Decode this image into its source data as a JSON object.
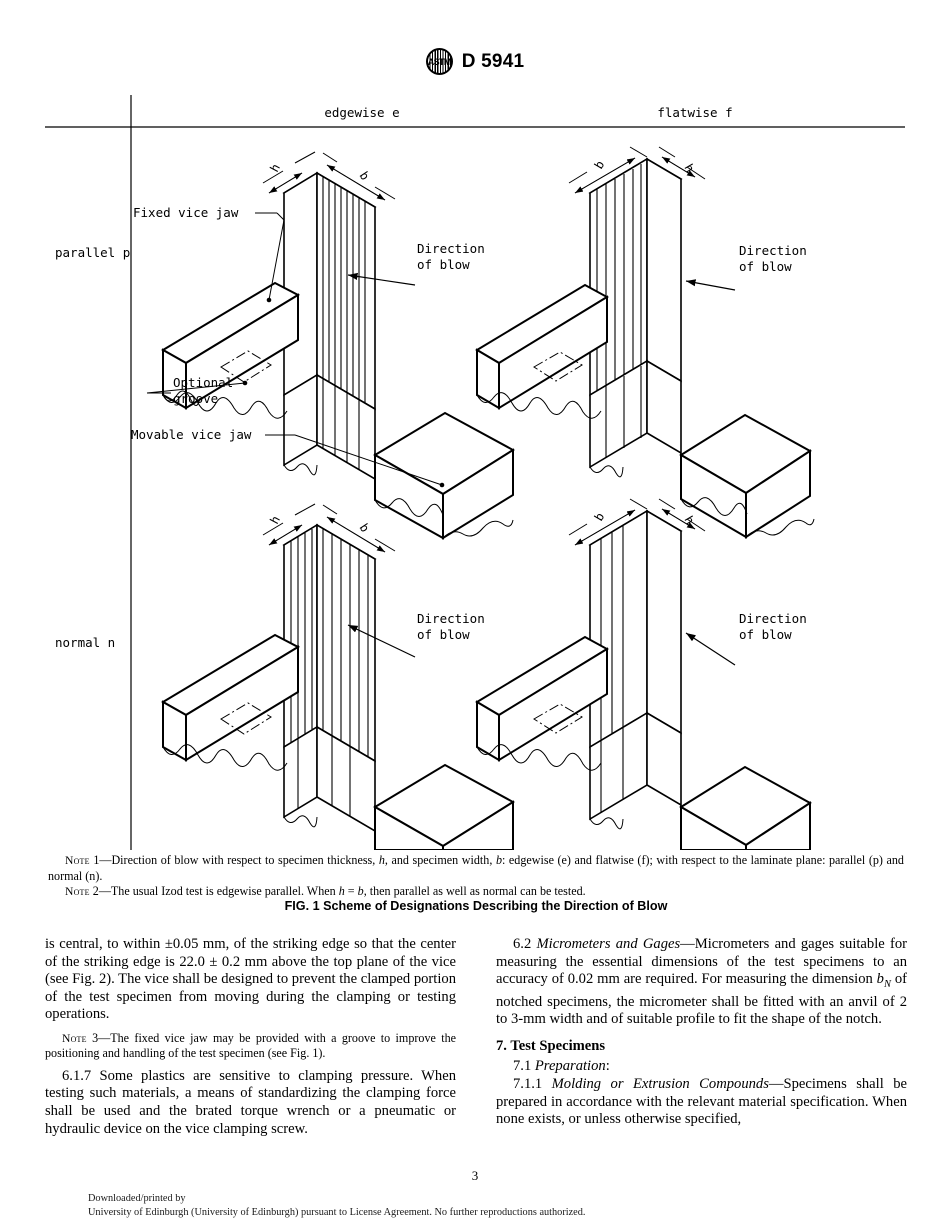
{
  "header": {
    "logo_text": "ASTM",
    "logo_name": "astm-logo",
    "document_number": "D 5941"
  },
  "figure": {
    "column_headers": [
      {
        "label": "edgewise   e"
      },
      {
        "label": "flatwise   f"
      }
    ],
    "row_headers": [
      {
        "label": "parallel   p"
      },
      {
        "label": "normal   n"
      }
    ],
    "annotations": {
      "fixed_vice_jaw": "Fixed vice jaw",
      "optional_groove_line1": "Optional",
      "optional_groove_line2": "groove",
      "movable_vice_jaw": "Movable vice jaw",
      "direction_of_blow_line1": "Direction",
      "direction_of_blow_line2": "of blow"
    },
    "dimensions": {
      "thickness": "h",
      "width": "b"
    },
    "panels": [
      {
        "id": "edgewise-parallel",
        "column": "edgewise e",
        "row": "parallel p",
        "left_dim": "h",
        "right_dim": "b"
      },
      {
        "id": "flatwise-parallel",
        "column": "flatwise f",
        "row": "parallel p",
        "left_dim": "b",
        "right_dim": "h"
      },
      {
        "id": "edgewise-normal",
        "column": "edgewise e",
        "row": "normal n",
        "left_dim": "h",
        "right_dim": "b"
      },
      {
        "id": "flatwise-normal",
        "column": "flatwise f",
        "row": "normal n",
        "left_dim": "b",
        "right_dim": "h"
      }
    ]
  },
  "notes": {
    "note1_label": "Note",
    "note1_number": "1—",
    "note1_part1": "Direction of blow with respect to specimen thickness, ",
    "note1_h": "h",
    "note1_part2": ", and specimen width, ",
    "note1_b": "b",
    "note1_part3": ": edgewise (e) and flatwise (f); with respect to the laminate plane: parallel (p) and normal (n).",
    "note2_label": "Note",
    "note2_number": "2—",
    "note2_part1": "The usual Izod test is edgewise parallel. When ",
    "note2_h": "h",
    "note2_eq": " = ",
    "note2_b": "b",
    "note2_part2": ", then parallel as well as normal can be tested."
  },
  "figure_caption": "FIG. 1 Scheme of Designations Describing the Direction of Blow",
  "left_column": {
    "para_continued": "is central, to within ±0.05 mm, of the striking edge so that the center of the striking edge is 22.0 ± 0.2 mm above the top plane of the vice (see Fig. 2). The vice shall be designed to prevent the clamped portion of the test specimen from moving during the clamping or testing operations.",
    "note3_label": "Note",
    "note3_number": "3—",
    "note3_text": "The fixed vice jaw may be provided with a groove to improve the positioning and handling of the test specimen (see Fig. 1).",
    "para_617": "6.1.7 Some plastics are sensitive to clamping pressure. When testing such materials, a means of standardizing the clamping force shall be used and the brated torque wrench or a pneumatic or hydraulic device on the vice clamping screw."
  },
  "right_column": {
    "sec62_number": "6.2 ",
    "sec62_title": "Micrometers and Gages",
    "sec62_part1": "—Micrometers and gages suitable for measuring the essential dimensions of the test specimens to an accuracy of 0.02 mm are required. For measuring the dimension ",
    "sec62_symbol_b": "b",
    "sec62_symbol_sub": "N",
    "sec62_part2": " of notched specimens, the micrometer shall be fitted with an anvil of 2 to 3-mm width and of suitable profile to fit the shape of the notch.",
    "sec7_heading": "7. Test Specimens",
    "sec71_number": "7.1 ",
    "sec71_title": "Preparation",
    "sec71_colon": ":",
    "sec711_number": "7.1.1 ",
    "sec711_title": "Molding or Extrusion Compounds",
    "sec711_text": "—Specimens shall be prepared in accordance with the relevant material specification. When none exists, or unless otherwise specified,"
  },
  "footer": {
    "page_number": "3",
    "line1": "Downloaded/printed by",
    "line2": "University of Edinburgh (University of Edinburgh) pursuant to License Agreement. No further reproductions authorized."
  }
}
